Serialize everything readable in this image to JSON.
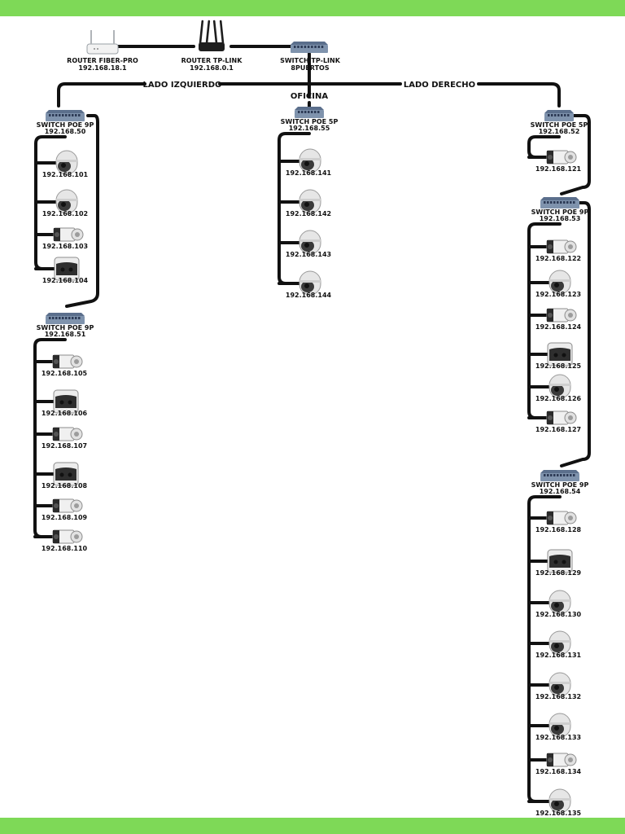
{
  "colors": {
    "band": "#7ed957",
    "line": "#111111",
    "switch_body": "#7f93ad",
    "switch_top": "#5b6f8c"
  },
  "top_devices": [
    {
      "icon": "router-icon",
      "name": "ROUTER FIBER-PRO",
      "ip": "192.168.18.1"
    },
    {
      "icon": "router-antenna-icon",
      "name": "ROUTER TP-LINK",
      "ip": "192.168.0.1"
    },
    {
      "icon": "switch-icon",
      "name": "SWITCH TP-LINK",
      "ip": "8PUERTOS"
    }
  ],
  "branches": {
    "left": "LADO IZQUIERDO",
    "center": "OFICINA",
    "right": "LADO DERECHO"
  },
  "groups": [
    {
      "name": "SWITCH POE 9P",
      "ip": "192.168.50",
      "cameras": [
        {
          "icon": "dome-camera-icon",
          "ip": "192.168.101"
        },
        {
          "icon": "dome-camera-icon",
          "ip": "192.168.102"
        },
        {
          "icon": "bullet-camera-icon",
          "ip": "192.168.103"
        },
        {
          "icon": "panoramic-camera-icon",
          "ip": "192.168.104"
        }
      ]
    },
    {
      "name": "SWITCH POE 9P",
      "ip": "192.168.51",
      "cameras": [
        {
          "icon": "bullet-camera-icon",
          "ip": "192.168.105"
        },
        {
          "icon": "panoramic-camera-icon",
          "ip": "192.168.106"
        },
        {
          "icon": "bullet-camera-icon",
          "ip": "192.168.107"
        },
        {
          "icon": "panoramic-camera-icon",
          "ip": "192.168.108"
        },
        {
          "icon": "bullet-camera-icon",
          "ip": "192.168.109"
        },
        {
          "icon": "bullet-camera-icon",
          "ip": "192.168.110"
        }
      ]
    },
    {
      "name": "SWITCH POE 5P",
      "ip": "192.168.55",
      "cameras": [
        {
          "icon": "dome-camera-icon",
          "ip": "192.168.141"
        },
        {
          "icon": "dome-camera-icon",
          "ip": "192.168.142"
        },
        {
          "icon": "dome-camera-icon",
          "ip": "192.168.143"
        },
        {
          "icon": "dome-camera-icon",
          "ip": "192.168.144"
        }
      ]
    },
    {
      "name": "SWITCH POE 5P",
      "ip": "192.168.52",
      "cameras": [
        {
          "icon": "bullet-camera-icon",
          "ip": "192.168.121"
        }
      ]
    },
    {
      "name": "SWITCH POE 9P",
      "ip": "192.168.53",
      "cameras": [
        {
          "icon": "bullet-camera-icon",
          "ip": "192.168.122"
        },
        {
          "icon": "dome-camera-icon",
          "ip": "192.168.123"
        },
        {
          "icon": "bullet-camera-icon",
          "ip": "192.168.124"
        },
        {
          "icon": "panoramic-camera-icon",
          "ip": "192.168.125"
        },
        {
          "icon": "dome-camera-icon",
          "ip": "192.168.126"
        },
        {
          "icon": "bullet-camera-icon",
          "ip": "192.168.127"
        }
      ]
    },
    {
      "name": "SWITCH POE 9P",
      "ip": "192.168.54",
      "cameras": [
        {
          "icon": "bullet-camera-icon",
          "ip": "192.168.128"
        },
        {
          "icon": "panoramic-camera-icon",
          "ip": "192.168.129"
        },
        {
          "icon": "dome-camera-icon",
          "ip": "192.168.130"
        },
        {
          "icon": "dome-camera-icon",
          "ip": "192.168.131"
        },
        {
          "icon": "dome-camera-icon",
          "ip": "192.168.132"
        },
        {
          "icon": "dome-camera-icon",
          "ip": "192.168.133"
        },
        {
          "icon": "bullet-camera-icon",
          "ip": "192.168.134"
        },
        {
          "icon": "dome-camera-icon",
          "ip": "192.168.135"
        }
      ]
    }
  ]
}
